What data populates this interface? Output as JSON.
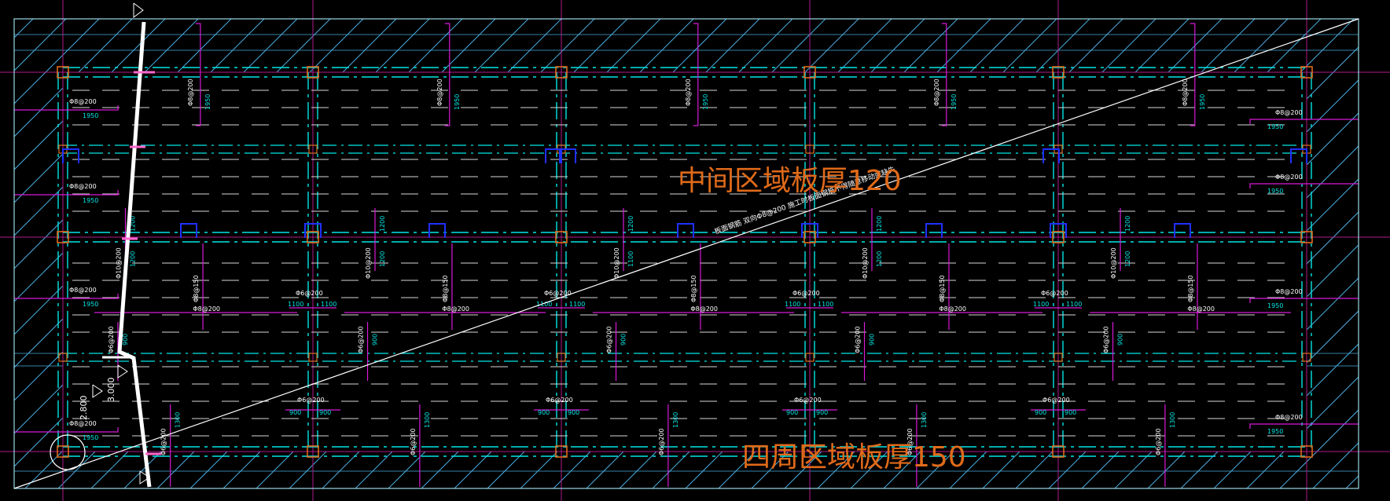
{
  "title_middle": "中间区域板厚120",
  "title_perimeter": "四周区域板厚150",
  "diagonal_note": "板面钢筋 双向Φ8@200 施工时板面钢筋不得随意移动或缺失",
  "colors": {
    "background": "#000000",
    "outline": "#9ad8e6",
    "hatch": "#49aee0",
    "dash": "#00e5e5",
    "rebar": "#d81ad8",
    "label": "#ffffff",
    "dimension": "#00e5e5",
    "title": "#e06a1a",
    "column": "#e06a1a",
    "symbol": "#2030ff"
  },
  "bay_top_labels": [
    {
      "spec": "Φ8@200",
      "dim": "1950"
    },
    {
      "spec": "Φ8@200",
      "dim": "1950"
    },
    {
      "spec": "Φ8@200",
      "dim": "1950"
    },
    {
      "spec": "Φ8@200",
      "dim": "1950"
    },
    {
      "spec": "Φ8@200",
      "dim": "1950"
    }
  ],
  "left_edge_labels": [
    {
      "spec": "Φ8@200",
      "dim": "1950"
    },
    {
      "spec": "Φ8@200",
      "dim": "1950"
    },
    {
      "spec": "Φ8@200",
      "dim": "1950"
    },
    {
      "spec": "Φ8@200",
      "dim": "1950"
    }
  ],
  "right_edge_labels": [
    {
      "spec": "Φ8@200",
      "dim": "1950"
    },
    {
      "spec": "Φ8@200",
      "dim": "1950"
    },
    {
      "spec": "Φ8@200",
      "dim": "1950"
    },
    {
      "spec": "Φ8@200",
      "dim": "1950"
    }
  ],
  "mid_support_labels": [
    {
      "spec": "Φ10@200",
      "dim_a": "1200",
      "dim_b": "1200"
    },
    {
      "spec": "Φ10@200",
      "dim_a": "1200",
      "dim_b": "1200"
    },
    {
      "spec": "Φ10@200",
      "dim_a": "1200",
      "dim_b": "1100"
    },
    {
      "spec": "Φ10@200",
      "dim_a": "1200",
      "dim_b": "1200"
    },
    {
      "spec": "Φ10@200",
      "dim_a": "1200",
      "dim_b": "1200"
    }
  ],
  "spec_6_200": "Φ6@200",
  "spec_8_150": "Φ8@150",
  "spec_8_200": "Φ8@200",
  "dim_1100": "1100",
  "dim_900": "900",
  "dim_1300": "1300",
  "elev_a": "2.800",
  "elev_b": "3.000"
}
